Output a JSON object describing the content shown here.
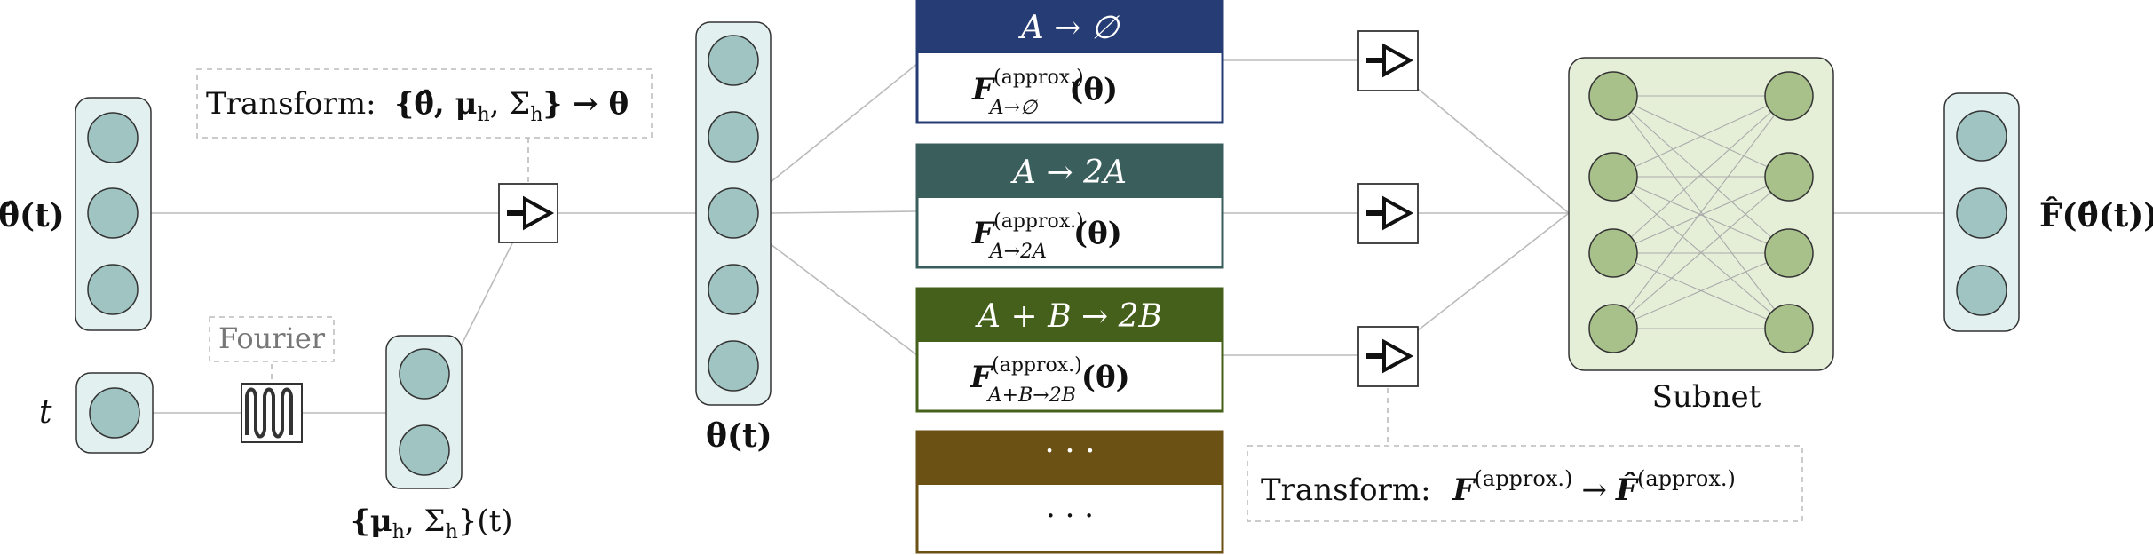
{
  "labels": {
    "theta_hat_t": "θ̂(t)",
    "t": "t",
    "theta_t": "θ(t)",
    "mu_sigma_t": "{μ",
    "mu_sigma_t_h": "h",
    "mu_sigma_t_rest": ", Σ",
    "mu_sigma_t_h2": "h",
    "mu_sigma_t_end": "}(t)",
    "fourier": "Fourier",
    "subnet": "Subnet",
    "F_hat_output": "F̂(θ̂(t))"
  },
  "transform_top": {
    "prefix": "Transform:",
    "expr": "{θ̂, μ",
    "sub1": "h",
    "mid": ", Σ",
    "sub2": "h",
    "end": "} → θ"
  },
  "transform_bottom": {
    "prefix": "Transform:",
    "lhs": "F",
    "lhs_sup": "(approx.)",
    "arrow": "→",
    "rhs": "F̂",
    "rhs_sup": "(approx.)"
  },
  "reactions": [
    {
      "title": "A → ∅",
      "func": "F",
      "sup": "(approx.)",
      "sub": "A→∅",
      "arg": "(θ)",
      "color": "#263c74"
    },
    {
      "title": "A → 2A",
      "func": "F",
      "sup": "(approx.)",
      "sub": "A→2A",
      "arg": "(θ)",
      "color": "#3a5e5c"
    },
    {
      "title": "A + B → 2B",
      "func": "F",
      "sup": "(approx.)",
      "sub": "A+B→2B",
      "arg": "(θ)",
      "color": "#44601a"
    },
    {
      "title": "· · ·",
      "body": "· · ·",
      "color": "#6b5214"
    }
  ],
  "colors": {
    "neuron_fill": "#9fc4c2",
    "layer_fill": "#e3f0f0",
    "subnet_fill": "#e5efd8",
    "subnet_neuron": "#a8c08a",
    "edge": "#bbbbbb"
  }
}
